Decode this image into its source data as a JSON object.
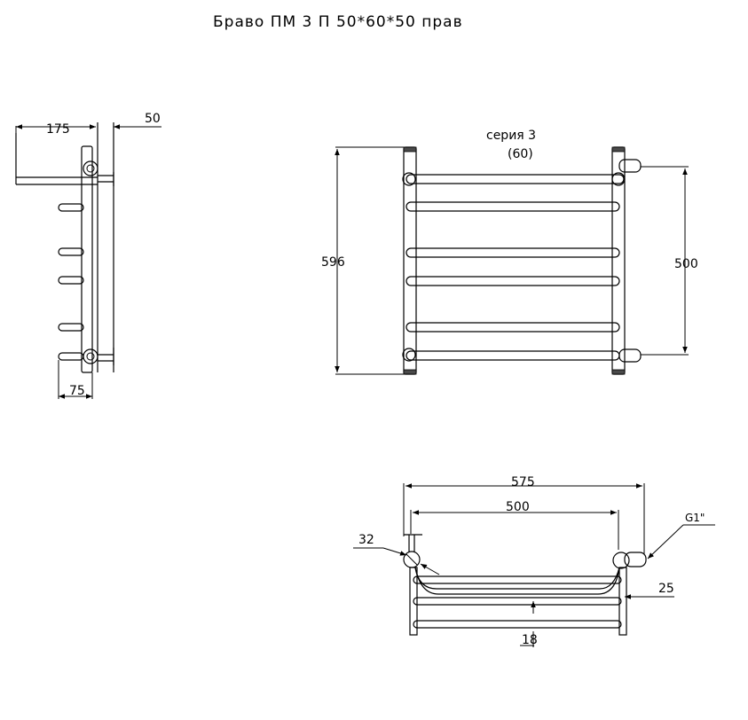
{
  "title": "Браво ПМ 3 П 50*60*50 прав",
  "series": {
    "line1": "серия 3",
    "line2": "(60)"
  },
  "side_view": {
    "depth": "175",
    "wall_gap": "50",
    "inlet_offset": "75"
  },
  "front_view": {
    "height": "596",
    "center_distance": "500"
  },
  "top_view": {
    "overall_width": "575",
    "inner_width": "500",
    "pipe_diameter": "32",
    "thread": "G1\"",
    "offset": "25",
    "spacing": "18"
  }
}
